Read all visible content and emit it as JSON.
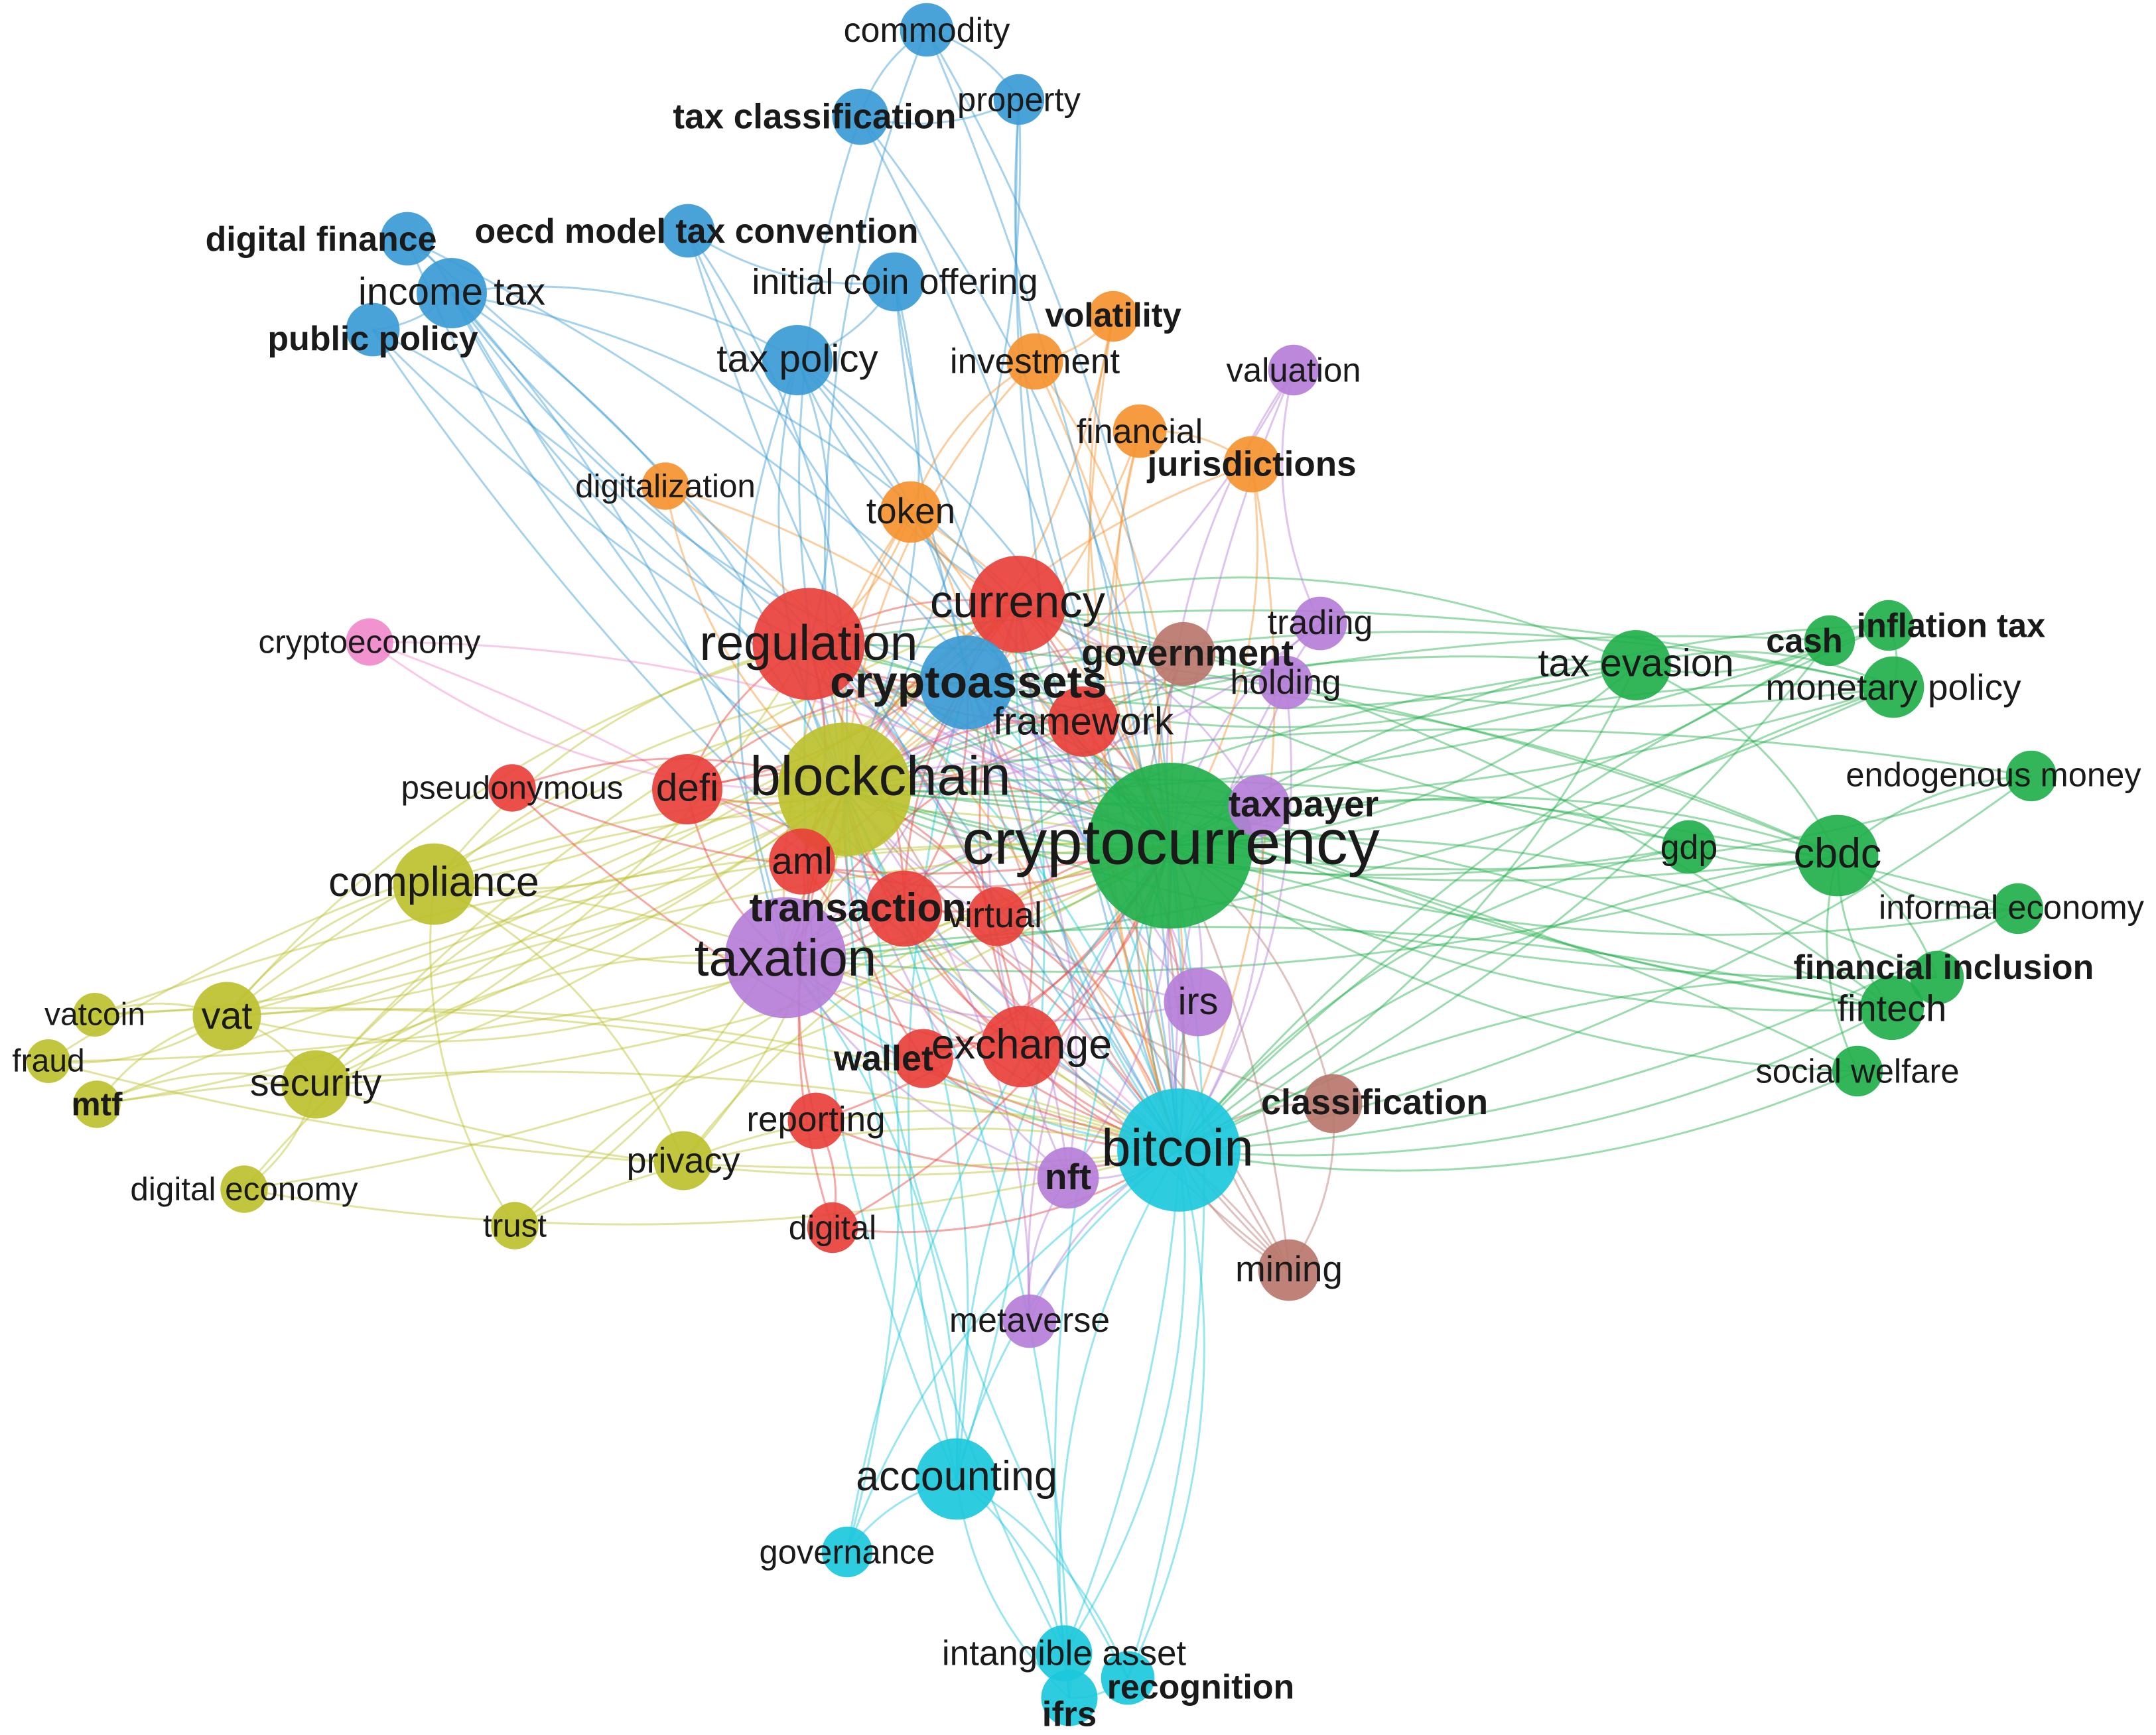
{
  "clusters": {
    "red": "#e8403a",
    "green": "#21b04b",
    "blue": "#3a9bd5",
    "yellow": "#bcc12e",
    "purple": "#b57ed8",
    "cyan": "#1cc8dc",
    "orange": "#f5922f",
    "brown": "#b9776d",
    "pink": "#f08acb"
  },
  "nodes": [
    {
      "id": "cryptocurrency",
      "label": "cryptocurrency",
      "cluster": "green",
      "weight": 100
    },
    {
      "id": "blockchain",
      "label": "blockchain",
      "cluster": "yellow",
      "weight": 62
    },
    {
      "id": "bitcoin",
      "label": "bitcoin",
      "cluster": "cyan",
      "weight": 52
    },
    {
      "id": "taxation",
      "label": "taxation",
      "cluster": "purple",
      "weight": 50
    },
    {
      "id": "regulation",
      "label": "regulation",
      "cluster": "red",
      "weight": 42
    },
    {
      "id": "currency",
      "label": "currency",
      "cluster": "red",
      "weight": 30
    },
    {
      "id": "cryptoassets",
      "label": "cryptoassets",
      "cluster": "blue",
      "weight": 28
    },
    {
      "id": "compliance",
      "label": "compliance",
      "cluster": "yellow",
      "weight": 20
    },
    {
      "id": "exchange",
      "label": "exchange",
      "cluster": "red",
      "weight": 20
    },
    {
      "id": "accounting",
      "label": "accounting",
      "cluster": "cyan",
      "weight": 20
    },
    {
      "id": "cbdc",
      "label": "cbdc",
      "cluster": "green",
      "weight": 20
    },
    {
      "id": "tax-evasion",
      "label": "tax evasion",
      "cluster": "green",
      "weight": 14
    },
    {
      "id": "income-tax",
      "label": "income tax",
      "cluster": "blue",
      "weight": 14
    },
    {
      "id": "tax-policy",
      "label": "tax policy",
      "cluster": "blue",
      "weight": 14
    },
    {
      "id": "transaction",
      "label": "transaction",
      "cluster": "red",
      "weight": 17
    },
    {
      "id": "defi",
      "label": "defi",
      "cluster": "red",
      "weight": 14
    },
    {
      "id": "aml",
      "label": "aml",
      "cluster": "red",
      "weight": 12
    },
    {
      "id": "framework",
      "label": "framework",
      "cluster": "red",
      "weight": 14
    },
    {
      "id": "irs",
      "label": "irs",
      "cluster": "purple",
      "weight": 13
    },
    {
      "id": "vat",
      "label": "vat",
      "cluster": "yellow",
      "weight": 13
    },
    {
      "id": "security",
      "label": "security",
      "cluster": "yellow",
      "weight": 13
    },
    {
      "id": "token",
      "label": "token",
      "cluster": "orange",
      "weight": 10
    },
    {
      "id": "government",
      "label": "government",
      "cluster": "brown",
      "weight": 11
    },
    {
      "id": "mining",
      "label": "mining",
      "cluster": "brown",
      "weight": 10
    },
    {
      "id": "classification",
      "label": "classification",
      "cluster": "brown",
      "weight": 9
    },
    {
      "id": "fintech",
      "label": "fintech",
      "cluster": "green",
      "weight": 11
    },
    {
      "id": "monetary-policy",
      "label": "monetary policy",
      "cluster": "green",
      "weight": 10
    },
    {
      "id": "taxpayer",
      "label": "taxpayer",
      "cluster": "purple",
      "weight": 10
    },
    {
      "id": "wallet",
      "label": "wallet",
      "cluster": "red",
      "weight": 9
    },
    {
      "id": "virtual",
      "label": "virtual",
      "cluster": "red",
      "weight": 9
    },
    {
      "id": "reporting",
      "label": "reporting",
      "cluster": "red",
      "weight": 8
    },
    {
      "id": "privacy",
      "label": "privacy",
      "cluster": "yellow",
      "weight": 9
    },
    {
      "id": "nft",
      "label": "nft",
      "cluster": "purple",
      "weight": 10
    },
    {
      "id": "holding",
      "label": "holding",
      "cluster": "purple",
      "weight": 7
    },
    {
      "id": "trading",
      "label": "trading",
      "cluster": "purple",
      "weight": 7
    },
    {
      "id": "metaverse",
      "label": "metaverse",
      "cluster": "purple",
      "weight": 7
    },
    {
      "id": "valuation",
      "label": "valuation",
      "cluster": "purple",
      "weight": 6
    },
    {
      "id": "investment",
      "label": "investment",
      "cluster": "orange",
      "weight": 8
    },
    {
      "id": "financial",
      "label": "financial",
      "cluster": "orange",
      "weight": 7
    },
    {
      "id": "jurisdictions",
      "label": "jurisdictions",
      "cluster": "orange",
      "weight": 8
    },
    {
      "id": "volatility",
      "label": "volatility",
      "cluster": "orange",
      "weight": 6
    },
    {
      "id": "digitalization",
      "label": "digitalization",
      "cluster": "orange",
      "weight": 5
    },
    {
      "id": "initial-coin-offering",
      "label": "initial coin offering",
      "cluster": "blue",
      "weight": 9
    },
    {
      "id": "tax-classification",
      "label": "tax classification",
      "cluster": "blue",
      "weight": 8
    },
    {
      "id": "oecd-model-tax-convention",
      "label": "oecd model tax convention",
      "cluster": "blue",
      "weight": 7
    },
    {
      "id": "digital-finance",
      "label": "digital finance",
      "cluster": "blue",
      "weight": 7
    },
    {
      "id": "public-policy",
      "label": "public policy",
      "cluster": "blue",
      "weight": 7
    },
    {
      "id": "commodity",
      "label": "commodity",
      "cluster": "blue",
      "weight": 7
    },
    {
      "id": "property",
      "label": "property",
      "cluster": "blue",
      "weight": 6
    },
    {
      "id": "cryptoeconomy",
      "label": "cryptoeconomy",
      "cluster": "pink",
      "weight": 5
    },
    {
      "id": "pseudonymous",
      "label": "pseudonymous",
      "cluster": "red",
      "weight": 5
    },
    {
      "id": "vatcoin",
      "label": "vatcoin",
      "cluster": "yellow",
      "weight": 4
    },
    {
      "id": "fraud",
      "label": "fraud",
      "cluster": "yellow",
      "weight": 4
    },
    {
      "id": "mtf",
      "label": "mtf",
      "cluster": "yellow",
      "weight": 5
    },
    {
      "id": "digital-economy",
      "label": "digital economy",
      "cluster": "yellow",
      "weight": 5
    },
    {
      "id": "trust",
      "label": "trust",
      "cluster": "yellow",
      "weight": 5
    },
    {
      "id": "digital",
      "label": "digital",
      "cluster": "red",
      "weight": 6
    },
    {
      "id": "governance",
      "label": "governance",
      "cluster": "cyan",
      "weight": 6
    },
    {
      "id": "intangible-asset",
      "label": "intangible asset",
      "cluster": "cyan",
      "weight": 8
    },
    {
      "id": "ifrs",
      "label": "ifrs",
      "cluster": "cyan",
      "weight": 8
    },
    {
      "id": "recognition",
      "label": "recognition",
      "cluster": "cyan",
      "weight": 7
    },
    {
      "id": "cash",
      "label": "cash",
      "cluster": "green",
      "weight": 6
    },
    {
      "id": "inflation-tax",
      "label": "inflation tax",
      "cluster": "green",
      "weight": 6
    },
    {
      "id": "endogenous-money",
      "label": "endogenous money",
      "cluster": "green",
      "weight": 6
    },
    {
      "id": "gdp",
      "label": "gdp",
      "cluster": "green",
      "weight": 7
    },
    {
      "id": "informal-economy",
      "label": "informal economy",
      "cluster": "green",
      "weight": 6
    },
    {
      "id": "financial-inclusion",
      "label": "financial inclusion",
      "cluster": "green",
      "weight": 7
    },
    {
      "id": "social-welfare",
      "label": "social welfare",
      "cluster": "green",
      "weight": 6
    }
  ]
}
